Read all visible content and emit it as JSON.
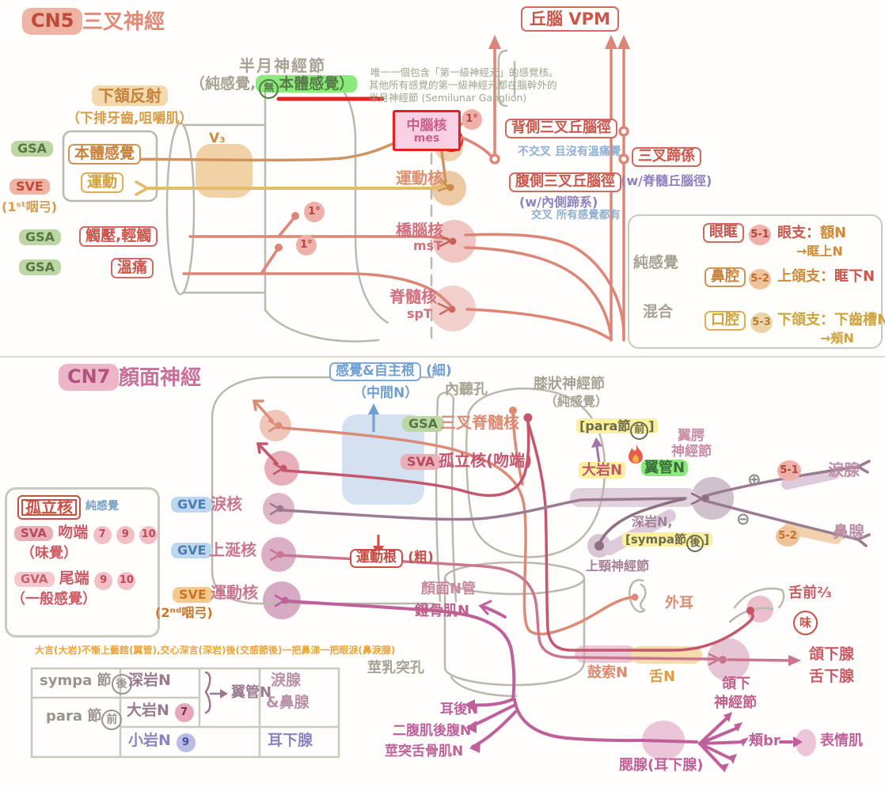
{
  "cn5": {
    "badge": "CN5",
    "title": "三叉神經",
    "ganglion": {
      "name": "半月神經節",
      "pre": "（純感覺,",
      "circled": "無",
      "hl": "本體感覺）"
    },
    "jaw_reflex": {
      "label": "下頷反射",
      "sub": "（下排牙齒,咀嚼肌）"
    },
    "rows": {
      "gsa1": "GSA",
      "proprio": "本體感覺",
      "sve": "SVE",
      "sve_sub": "(1ˢᵗ咽弓)",
      "motor": "運動",
      "gsa2": "GSA",
      "touch": "觸壓,輕觸",
      "gsa3": "GSA",
      "pain": "溫痛"
    },
    "v3": "V₃",
    "note": [
      "唯一一個包含「第一級神經元」的感覺核。",
      "其他所有感覺的第一級神經元都在腦幹外的",
      "半月神經節 (Semilunar Ganglion)"
    ],
    "mes": {
      "line1": "中腦核",
      "line2": "mes"
    },
    "deg1": "1°",
    "deg2": "1°",
    "deg3": "1°",
    "motor_nucleus": "運動核",
    "pons_nucleus": {
      "name": "橋腦核",
      "abbr": "msT"
    },
    "spinal_nucleus": {
      "name": "脊髓核",
      "abbr": "spT"
    },
    "vpm": "丘腦 VPM",
    "dorsal": {
      "label": "背側三叉丘腦徑",
      "note": "不交叉 且沒有溫痛覺"
    },
    "ventral": {
      "label": "腹側三叉丘腦徑",
      "sub": "(w/內側蹄系)",
      "note": "交叉 所有感覺都有"
    },
    "lemniscus": {
      "label": "三叉蹄係",
      "sub": "(w/脊髓丘腦徑)"
    },
    "branches": {
      "pure": "純感覺",
      "mixed": "混合",
      "eye": {
        "region": "眼眶",
        "num": "5-1",
        "t1": "眼支：",
        "t2": "額N",
        "arrow": "→眶上N"
      },
      "nose": {
        "region": "鼻腔",
        "num": "5-2",
        "t1": "上頜支：",
        "t2": "眶下N"
      },
      "mouth": {
        "region": "口腔",
        "num": "5-3",
        "t1": "下頜支：",
        "t2": "下齒槽N",
        "arrow": "→頰N"
      }
    }
  },
  "cn7": {
    "badge": "CN7",
    "title": "顏面神經",
    "rows": {
      "gsa": "GSA",
      "gsa_label": "三叉脊髓核",
      "sva": "SVA",
      "sva_label": "孤立核(吻端)",
      "gve1": "GVE",
      "gve1_label": "淚核",
      "gve2": "GVE",
      "gve2_label": "上涎核",
      "sve": "SVE",
      "sve_label": "運動核",
      "sve_sub": "(2ⁿᵈ咽弓)"
    },
    "solitary_box": {
      "title": "孤立核",
      "pure": "純感覺",
      "sva": "SVA",
      "sva_text": "吻端",
      "sva_nums": [
        "7",
        "9",
        "10"
      ],
      "sva_sub": "（味覺）",
      "gva": "GVA",
      "gva_text": "尾端",
      "gva_nums": [
        "9",
        "10"
      ],
      "gva_sub": "（一般感覺）"
    },
    "roots": {
      "sensory": "感覺&自主根",
      "thin": "(細)",
      "intermediate": "（中間N）",
      "motor": "運動根",
      "thick": "(粗)"
    },
    "iam": "內聽孔",
    "geniculate": {
      "name": "膝狀神經節",
      "sub": "（純感覺）"
    },
    "para": {
      "pre": "[para節",
      "circled": "前",
      "post": "]"
    },
    "petrosal": {
      "greater": "大岩N",
      "vidian": "翼管N",
      "deep": "深岩N,",
      "sympa_pre": "[sympa節",
      "sympa_circled": "後",
      "sympa_post": "]",
      "scg": "上頸神經節"
    },
    "pterygopalatine": {
      "name1": "翼腭",
      "name2": "神經節",
      "plus": "⊕",
      "minus": "⊖"
    },
    "targets": {
      "b51": "5-1",
      "lacrimal": "淚腺",
      "b52": "5-2",
      "nasal": "鼻腺"
    },
    "canal": {
      "name": "顏面N管",
      "stapedius": "鐙骨肌N",
      "foramen": "莖乳突孔"
    },
    "chorda": "鼓索N",
    "lingual": "舌N",
    "ear": "外耳",
    "tongue": {
      "label": "舌前⅔",
      "taste": "味"
    },
    "submandibular": {
      "g1": "頜下",
      "g2": "神經節",
      "gl1": "頜下腺",
      "gl2": "舌下腺"
    },
    "motor_branches": {
      "post_auricular": "耳後N",
      "digastric": "二腹肌後腹N",
      "stylohyoid": "莖突舌骨肌N"
    },
    "parotid": "腮腺(耳下腺)",
    "buccal": "頰br",
    "facial_muscles": "表情肌",
    "mnemonic": "大言(大岩)不慚上藝館(翼管),交心深言(深岩)後(交感節後)一把鼻涕一把眼淚(鼻淚腺)",
    "table": {
      "sympa_pre": "sympa 節",
      "sympa_circled": "後",
      "para_pre": "para 節",
      "para_circled": "前",
      "deep": "深岩N",
      "greater": "大岩N",
      "greater_num": "7",
      "lesser": "小岩N",
      "lesser_num": "9",
      "vidian": "翼管N",
      "glands1": "淚腺",
      "glands2": "&鼻腺",
      "parotid": "耳下腺"
    }
  }
}
